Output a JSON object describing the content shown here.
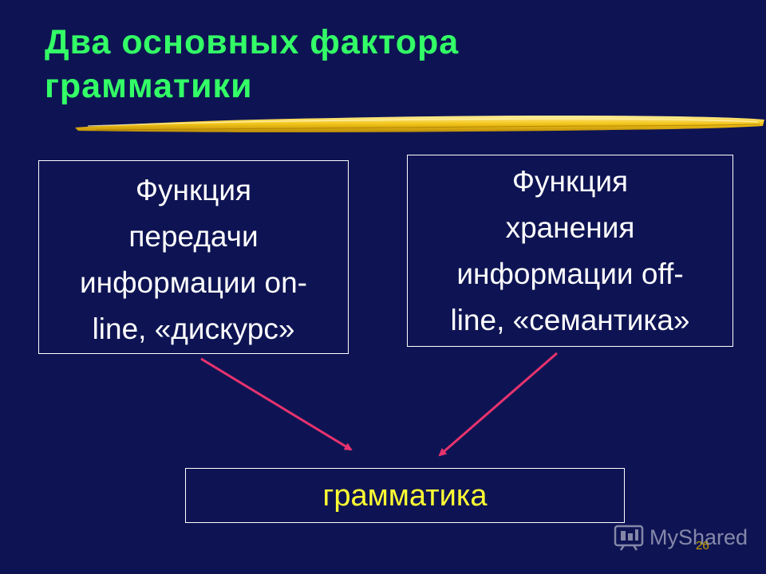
{
  "title": {
    "line1": "Два основных фактора",
    "line2": "грамматики"
  },
  "left_box": {
    "lines": [
      "Функция",
      "передачи",
      "информации on-",
      "line, «дискурс»"
    ]
  },
  "right_box": {
    "lines": [
      "Функция",
      "хранения",
      "информации off-",
      "line, «семантика»"
    ]
  },
  "bottom_box": {
    "label": "грамматика"
  },
  "colors": {
    "background": "#0e1453",
    "title": "#33ff66",
    "box_text": "#ffffff",
    "bottom_text": "#ffff33",
    "arrow": "#e8336e",
    "brush_stroke": "#f2c418"
  },
  "watermark": {
    "text": "MyShared",
    "icon": "myshared-logo-icon"
  },
  "page_number": "26"
}
